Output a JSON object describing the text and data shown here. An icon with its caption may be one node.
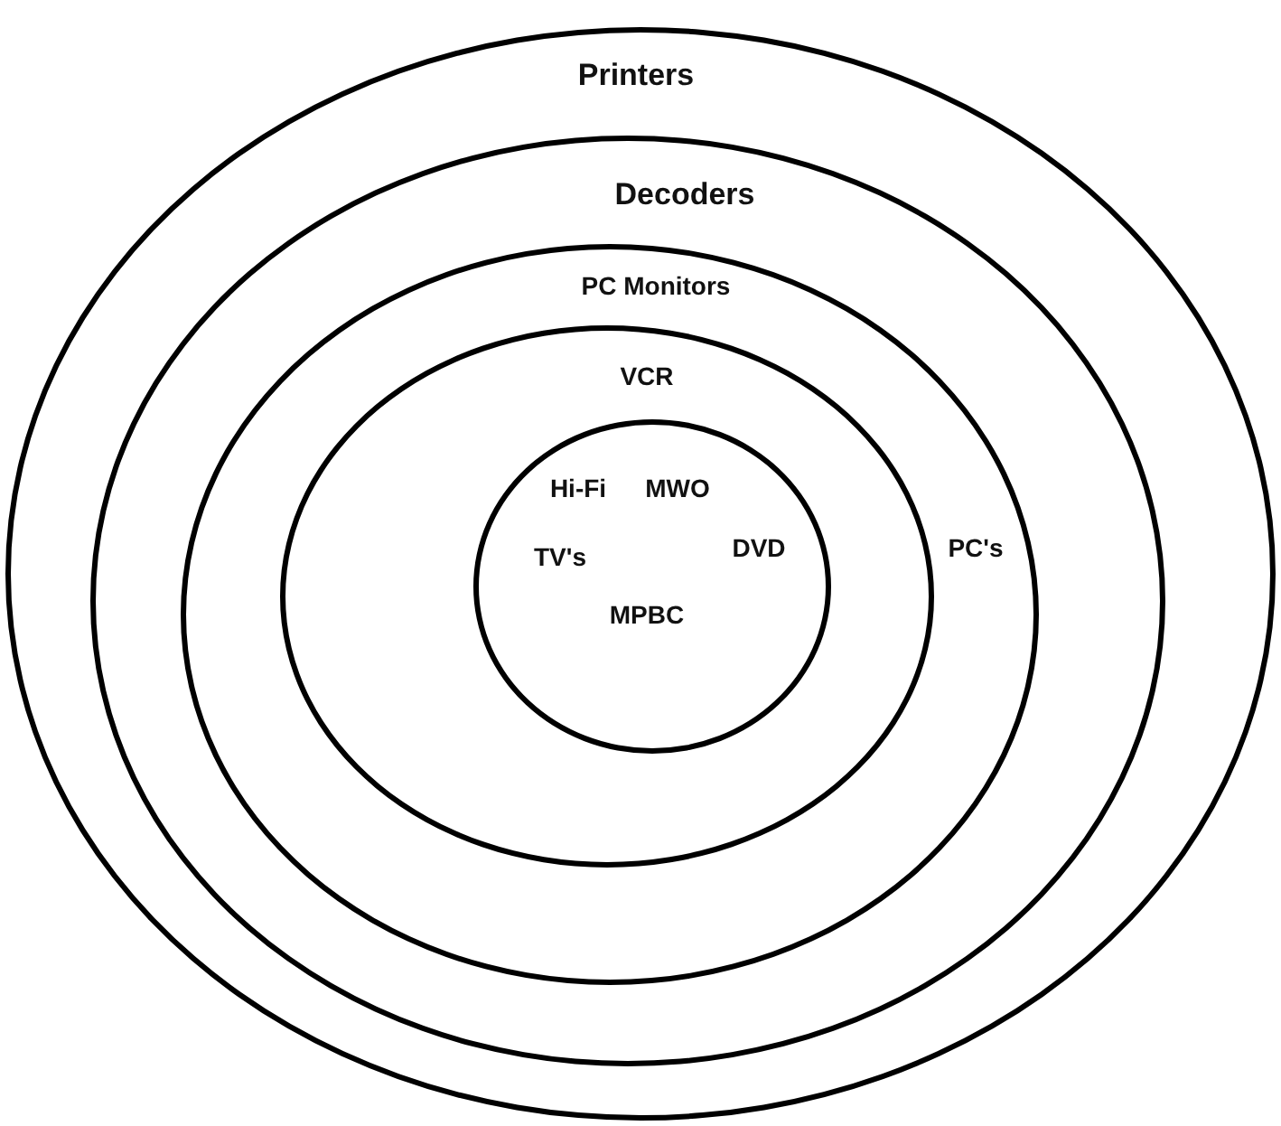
{
  "diagram": {
    "nodes": [
      {
        "text": [
          "Printers"
        ]
      },
      {
        "text": [
          "Decoders"
        ],
        "in": 0
      },
      {
        "text": [
          "PC Monitors",
          "PC's"
        ],
        "in": 1
      },
      {
        "text": [
          "VCR"
        ],
        "in": 2
      },
      {
        "text": [
          "Hi-Fi",
          "MWO",
          "TV's",
          "DVD",
          "MPBC"
        ],
        "in": 3
      }
    ]
  }
}
